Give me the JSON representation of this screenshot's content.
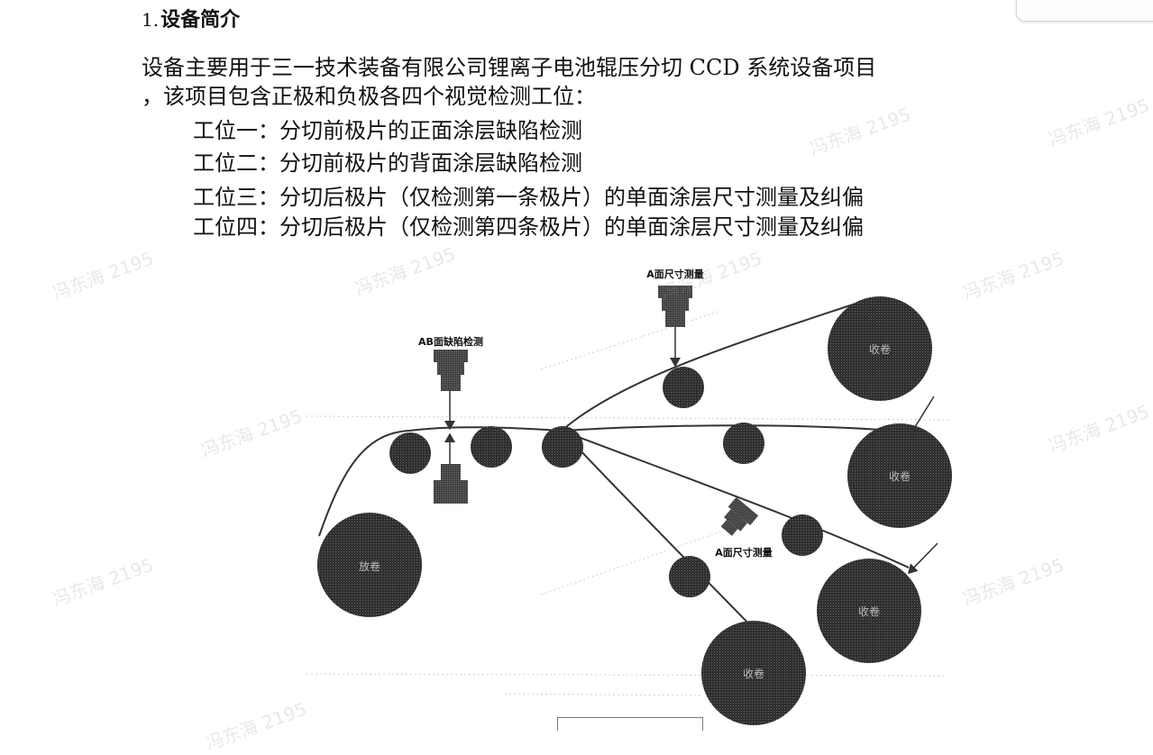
{
  "heading": {
    "number": "1.",
    "title": "设备简介"
  },
  "intro": {
    "line1": "设备主要用于三一技术装备有限公司锂离子电池辊压分切 CCD 系统设备项目",
    "line2": "，该项目包含正极和负极各四个视觉检测工位："
  },
  "stations": [
    {
      "label": "工位一",
      "sep": "：",
      "desc": "分切前极片的正面涂层缺陷检测"
    },
    {
      "label": "工位二",
      "sep": "：",
      "desc": "分切前极片的背面涂层缺陷检测"
    },
    {
      "label": "工位三",
      "sep": "：",
      "desc": "分切后极片（仅检测第一条极片）的单面涂层尺寸测量及纠偏"
    },
    {
      "label": "工位四",
      "sep": "：",
      "desc": "分切后极片（仅检测第四条极片）的单面涂层尺寸测量及纠偏"
    }
  ],
  "diagram": {
    "camera_labels": {
      "ab_defect": "AB面缺陷检测",
      "a_size_top": "A面尺寸测量",
      "a_size_bottom": "A面尺寸测量"
    },
    "roll_labels": {
      "unwind": "放卷",
      "rewind_1": "收卷",
      "rewind_2": "收卷",
      "rewind_3": "收卷",
      "rewind_4": "收卷"
    }
  },
  "watermark": "冯东海 2195"
}
